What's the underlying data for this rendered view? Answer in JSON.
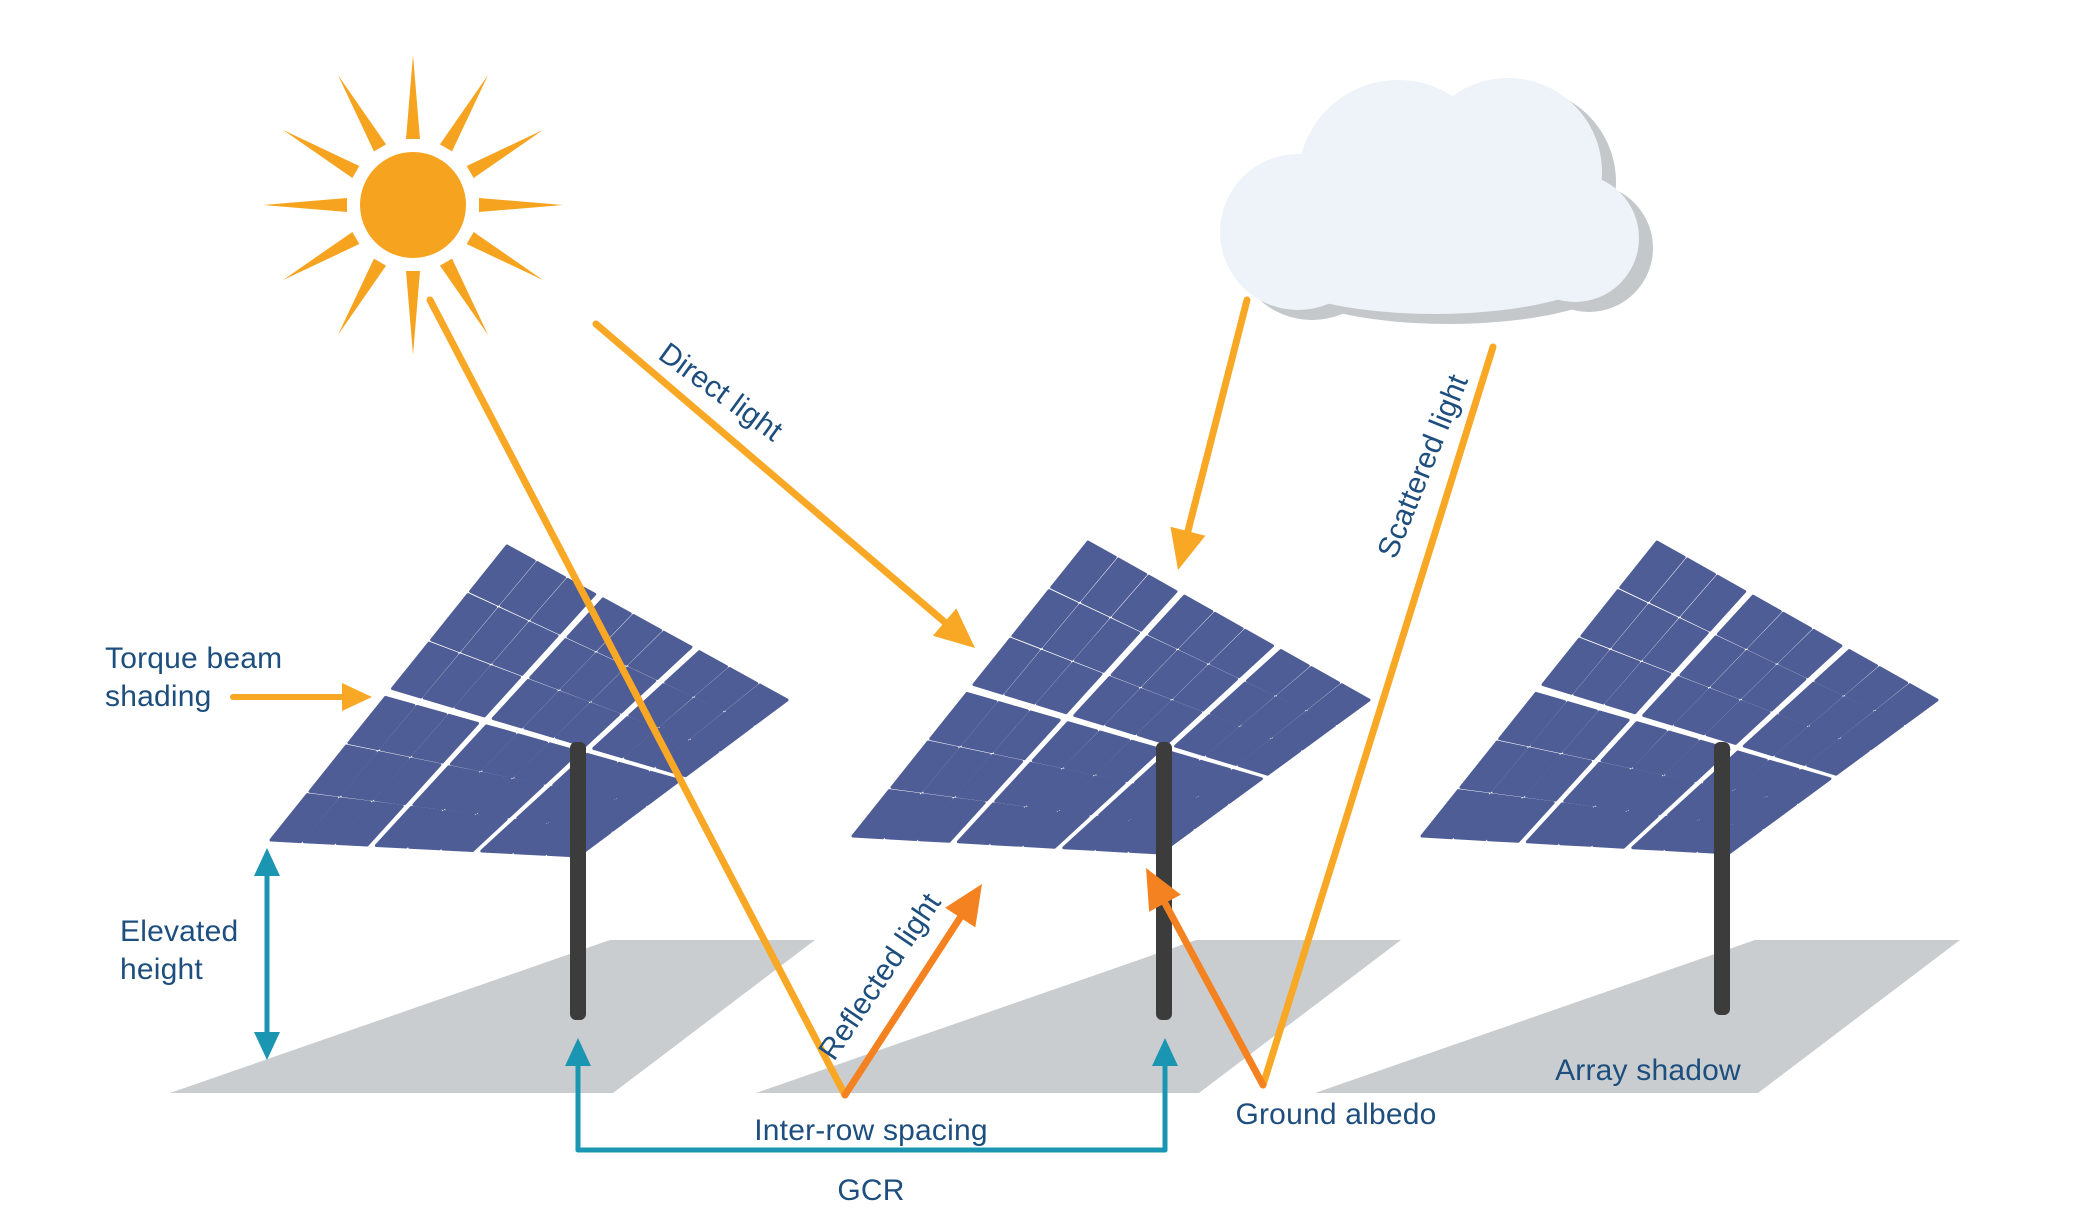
{
  "labels": {
    "torque_beam_shading": {
      "line1": "Torque beam",
      "line2": "shading"
    },
    "elevated_height": {
      "line1": "Elevated",
      "line2": "height"
    },
    "direct_light": "Direct light",
    "scattered_light": "Scattered light",
    "reflected_light": "Reflected light",
    "inter_row_spacing": "Inter-row spacing",
    "gcr": "GCR",
    "ground_albedo": "Ground albedo",
    "array_shadow": "Array shadow"
  },
  "icons": {
    "sun": "sun-icon",
    "cloud": "cloud-icon"
  },
  "colors": {
    "bg": "#ffffff",
    "sun_orange": "#f6a41f",
    "ray_yellow": "#f9a825",
    "arrow_orange": "#f58220",
    "teal": "#1b96b2",
    "label_blue": "#1d4e7e",
    "panel_blue": "#4f5d96",
    "shadow_gray": "#c9cdd0",
    "pole_dark": "#3c3c3c",
    "cloud_fill": "#edf3f8",
    "cloud_shadow": "#c4c8cb"
  }
}
